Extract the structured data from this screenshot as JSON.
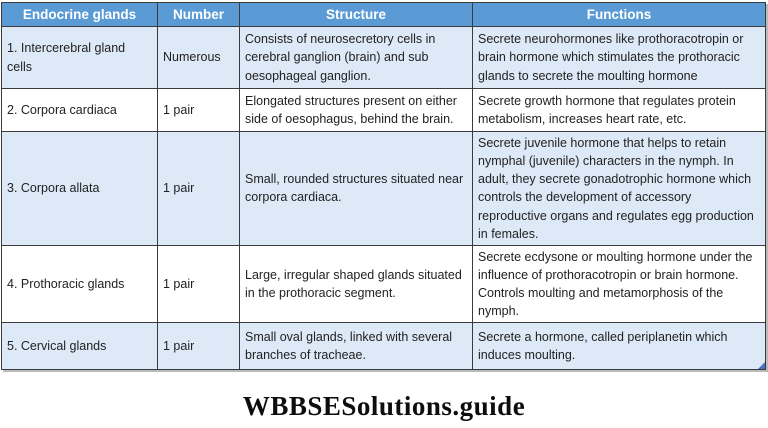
{
  "table": {
    "headers": [
      "Endocrine glands",
      "Number",
      "Structure",
      "Functions"
    ],
    "rows": [
      {
        "gland": "1. Intercerebral gland cells",
        "number": "Numerous",
        "structure": "Consists of neurosecretory cells in cerebral ganglion (brain) and sub oesophageal ganglion.",
        "functions": "Secrete neurohormones like prothoracotropin or brain hormone which stimulates the prothoracic glands to secrete the moulting hormone"
      },
      {
        "gland": "2. Corpora cardiaca",
        "number": "1 pair",
        "structure": "Elongated structures present on either side of oesophagus, behind the brain.",
        "functions": "Secrete growth hormone that regulates protein metabolism, increases heart rate, etc."
      },
      {
        "gland": "3. Corpora allata",
        "number": "1 pair",
        "structure": "Small, rounded structures situated near corpora cardiaca.",
        "functions": "Secrete juvenile hormone that helps to retain nymphal (juvenile) characters in the nymph. In adult, they secrete gonadotrophic hormone which controls the development of accessory reproductive organs and regulates egg production in females."
      },
      {
        "gland": "4. Prothoracic glands",
        "number": "1 pair",
        "structure": "Large, irregular shaped glands situated in the prothoracic segment.",
        "functions": "Secrete ecdysone or moulting hormone under the influence of prothoracotropin or brain hormone. Controls moulting and metamorphosis of the nymph."
      },
      {
        "gland": "5. Cervical glands",
        "number": "1 pair",
        "structure": "Small oval glands, linked with several branches of tracheae.",
        "functions": "Secrete a hormone, called periplanetin which induces moulting."
      }
    ]
  },
  "watermark": "WBBSESolutions.guide",
  "colors": {
    "header_bg": "#5b9bd5",
    "header_text": "#ffffff",
    "row_alt_bg": "#dde9f6",
    "row_plain_bg": "#ffffff",
    "border": "#3b3b3b",
    "resize_handle": "#4472c4"
  }
}
